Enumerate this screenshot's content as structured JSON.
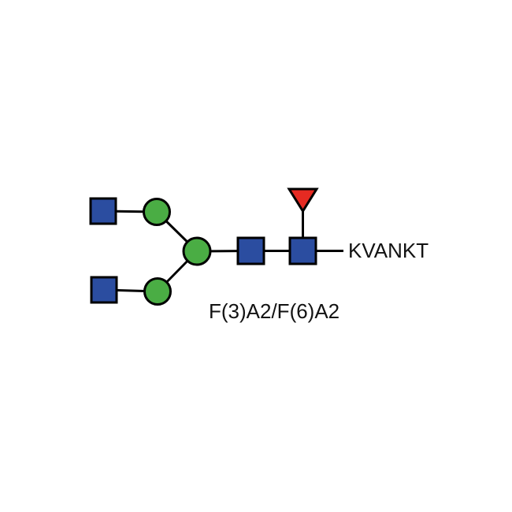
{
  "page": {
    "background": "#ffffff"
  },
  "glycan": {
    "diagram_type": "glycan-structure-snfg",
    "name_label": "F(3)A2/F(6)A2",
    "peptide_label": "KVANKT",
    "colors": {
      "glcnac_blue": "#2B4DA0",
      "mannose_green": "#4AAD44",
      "fucose_red": "#E62A22",
      "bond_black": "#000000"
    },
    "nodes": [
      {
        "id": "glcnac-antenna-upper",
        "sugar": "GlcNAc",
        "symbol": "blue-square"
      },
      {
        "id": "mannose-arm-upper",
        "sugar": "Man",
        "symbol": "green-circle"
      },
      {
        "id": "glcnac-antenna-lower",
        "sugar": "GlcNAc",
        "symbol": "blue-square"
      },
      {
        "id": "mannose-arm-lower",
        "sugar": "Man",
        "symbol": "green-circle"
      },
      {
        "id": "mannose-core",
        "sugar": "Man",
        "symbol": "green-circle"
      },
      {
        "id": "glcnac-core-inner",
        "sugar": "GlcNAc",
        "symbol": "blue-square"
      },
      {
        "id": "glcnac-core-reducing",
        "sugar": "GlcNAc",
        "symbol": "blue-square"
      },
      {
        "id": "fucose-core",
        "sugar": "Fuc",
        "symbol": "red-triangle"
      }
    ]
  }
}
